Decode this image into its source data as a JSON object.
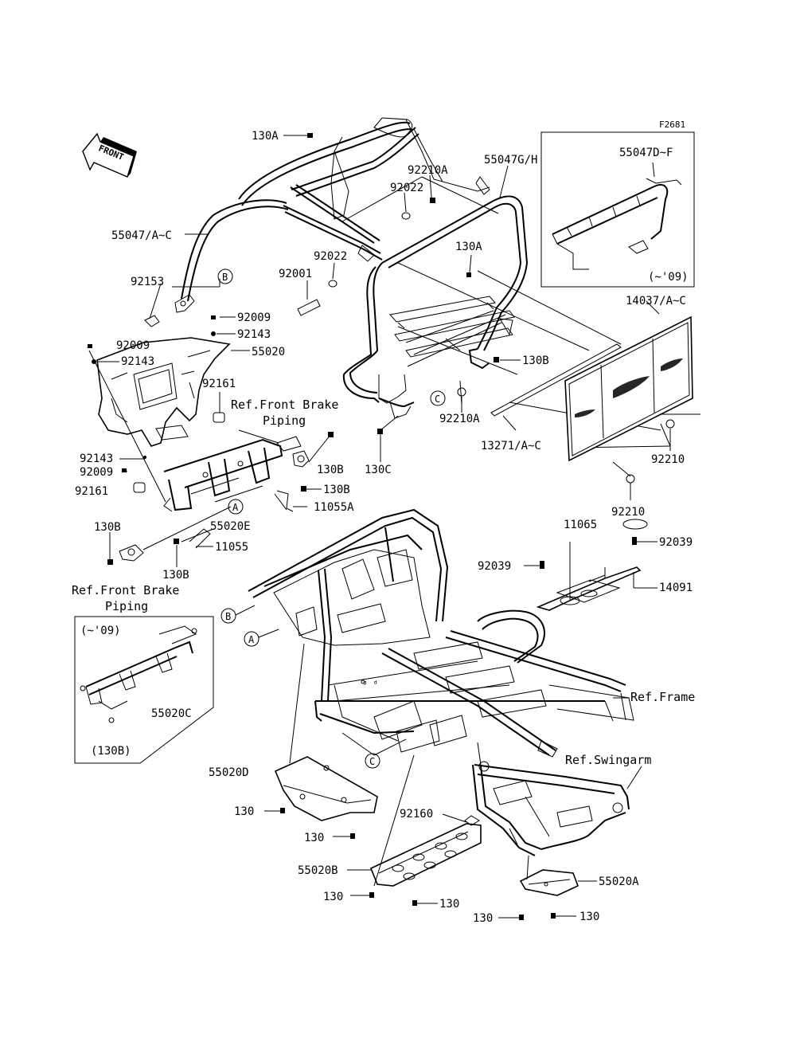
{
  "figure_code": "F2681",
  "front_arrow": {
    "label": "FRONT"
  },
  "inset_top": {
    "part": "55047D~F",
    "note": "(~'09)"
  },
  "inset_left": {
    "note_top": "(~'09)",
    "part": "55020C",
    "note_bottom": "(130B)"
  },
  "callouts": {
    "A": "A",
    "B": "B",
    "C": "C"
  },
  "references": {
    "front_brake_piping_upper": [
      "Ref.Front Brake",
      "Piping"
    ],
    "front_brake_piping_lower": [
      "Ref.Front Brake",
      "Piping"
    ],
    "frame": "Ref.Frame",
    "swingarm": "Ref.Swingarm"
  },
  "parts": {
    "p130A_top": "130A",
    "p55047GH": "55047G/H",
    "p92210A_top": "92210A",
    "p92022_a": "92022",
    "p55047AC": "55047/A~C",
    "p130A_mid": "130A",
    "p92022_b": "92022",
    "p92001": "92001",
    "p92153": "92153",
    "p14037AC": "14037/A~C",
    "p92009_a": "92009",
    "p92143_a": "92143",
    "p92009_b": "92009",
    "p55020": "55020",
    "p92143_b": "92143",
    "p130B_a": "130B",
    "p92161_a": "92161",
    "p92210A_bot": "92210A",
    "p13271AC": "13271/A~C",
    "p130C": "130C",
    "p92210_a": "92210",
    "p92143_c": "92143",
    "p92009_c": "92009",
    "p130B_b": "130B",
    "p92161_b": "92161",
    "p130B_c": "130B",
    "p11055A": "11055A",
    "p92210_b": "92210",
    "p55020E": "55020E",
    "p11065": "11065",
    "p130B_d": "130B",
    "p11055": "11055",
    "p92039_a": "92039",
    "p92039_b": "92039",
    "p130B_e": "130B",
    "p14091": "14091",
    "p55020D": "55020D",
    "p130_a": "130",
    "p130_b": "130",
    "p92160": "92160",
    "p55020B": "55020B",
    "p130_c": "130",
    "p130_d": "130",
    "p55020A": "55020A",
    "p130_e": "130",
    "p130_f": "130"
  }
}
